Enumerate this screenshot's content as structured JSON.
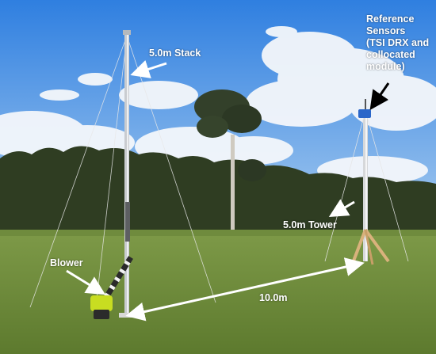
{
  "labels": {
    "stack": "5.0m Stack",
    "tower": "5.0m Tower",
    "blower": "Blower",
    "distance": "10.0m",
    "reference": [
      "Reference",
      "Sensors",
      "(TSI DRX and",
      "collocated",
      "module)"
    ]
  },
  "colors": {
    "sky_top": "#2f7fe0",
    "sky_bottom": "#a9cdf0",
    "grass": "#6e8a3a",
    "tree_line": "#2f3d22",
    "annotation": "#ffffff",
    "reference_arrow": "#000000",
    "blower": "#c8dd21",
    "sensor_box": "#2a66c9"
  }
}
